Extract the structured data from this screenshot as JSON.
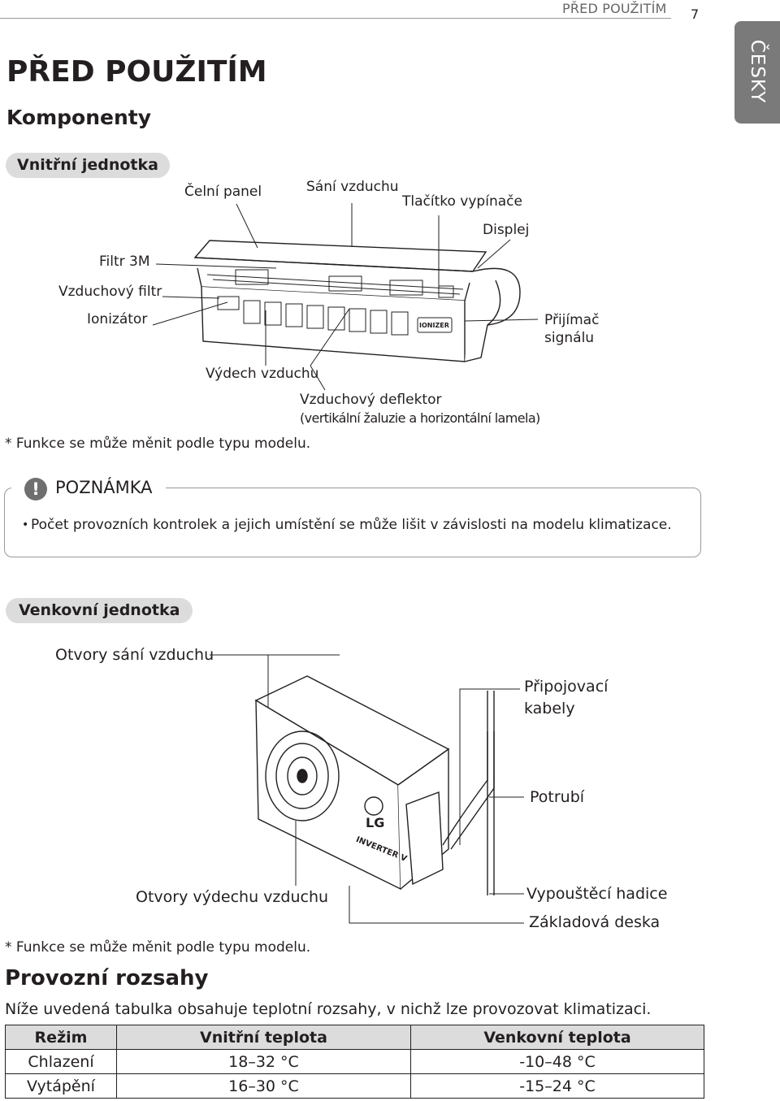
{
  "header": {
    "section": "PŘED POUŽITÍM",
    "page_number": "7",
    "language_tab": "ČESKY"
  },
  "title": "PŘED POUŽITÍM",
  "section_heading": "Komponenty",
  "indoor": {
    "heading": "Vnitřní jednotka",
    "labels": {
      "front_panel": "Čelní panel",
      "air_intake": "Sání vzduchu",
      "power_button": "Tlačítko vypínače",
      "display": "Displej",
      "filter_3m": "Filtr 3M",
      "air_filter": "Vzduchový filtr",
      "ionizer": "Ionizátor",
      "signal_receiver_1": "Přijímač",
      "signal_receiver_2": "signálu",
      "air_outlet": "Výdech vzduchu",
      "deflector_1": "Vzduchový deflektor",
      "deflector_2": "(vertikální žaluzie a horizontální lamela)",
      "ionizer_badge": "IONIZER"
    },
    "footnote": "* Funkce se může měnit podle typu modelu."
  },
  "note": {
    "icon": "!",
    "title": "POZNÁMKA",
    "bullet": "•",
    "text": "Počet provozních kontrolek a jejich umístění se může lišit v závislosti na modelu klimatizace."
  },
  "outdoor": {
    "heading": "Venkovní jednotka",
    "labels": {
      "intake_holes": "Otvory sání vzduchu",
      "cables_1": "Připojovací",
      "cables_2": "kabely",
      "piping": "Potrubí",
      "outlet_holes": "Otvory výdechu vzduchu",
      "drain_hose": "Vypouštěcí hadice",
      "base_plate": "Základová deska",
      "logo": "LG",
      "badge": "INVERTER V"
    },
    "footnote": "* Funkce se může měnit podle typu modelu."
  },
  "ranges": {
    "heading": "Provozní rozsahy",
    "intro": "Níže uvedená tabulka obsahuje teplotní rozsahy, v nichž lze provozovat klimatizaci.",
    "columns": [
      "Režim",
      "Vnitřní teplota",
      "Venkovní teplota"
    ],
    "rows": [
      [
        "Chlazení",
        "18–32 °C",
        "-10–48 °C"
      ],
      [
        "Vytápění",
        "16–30 °C",
        "-15–24 °C"
      ]
    ]
  }
}
